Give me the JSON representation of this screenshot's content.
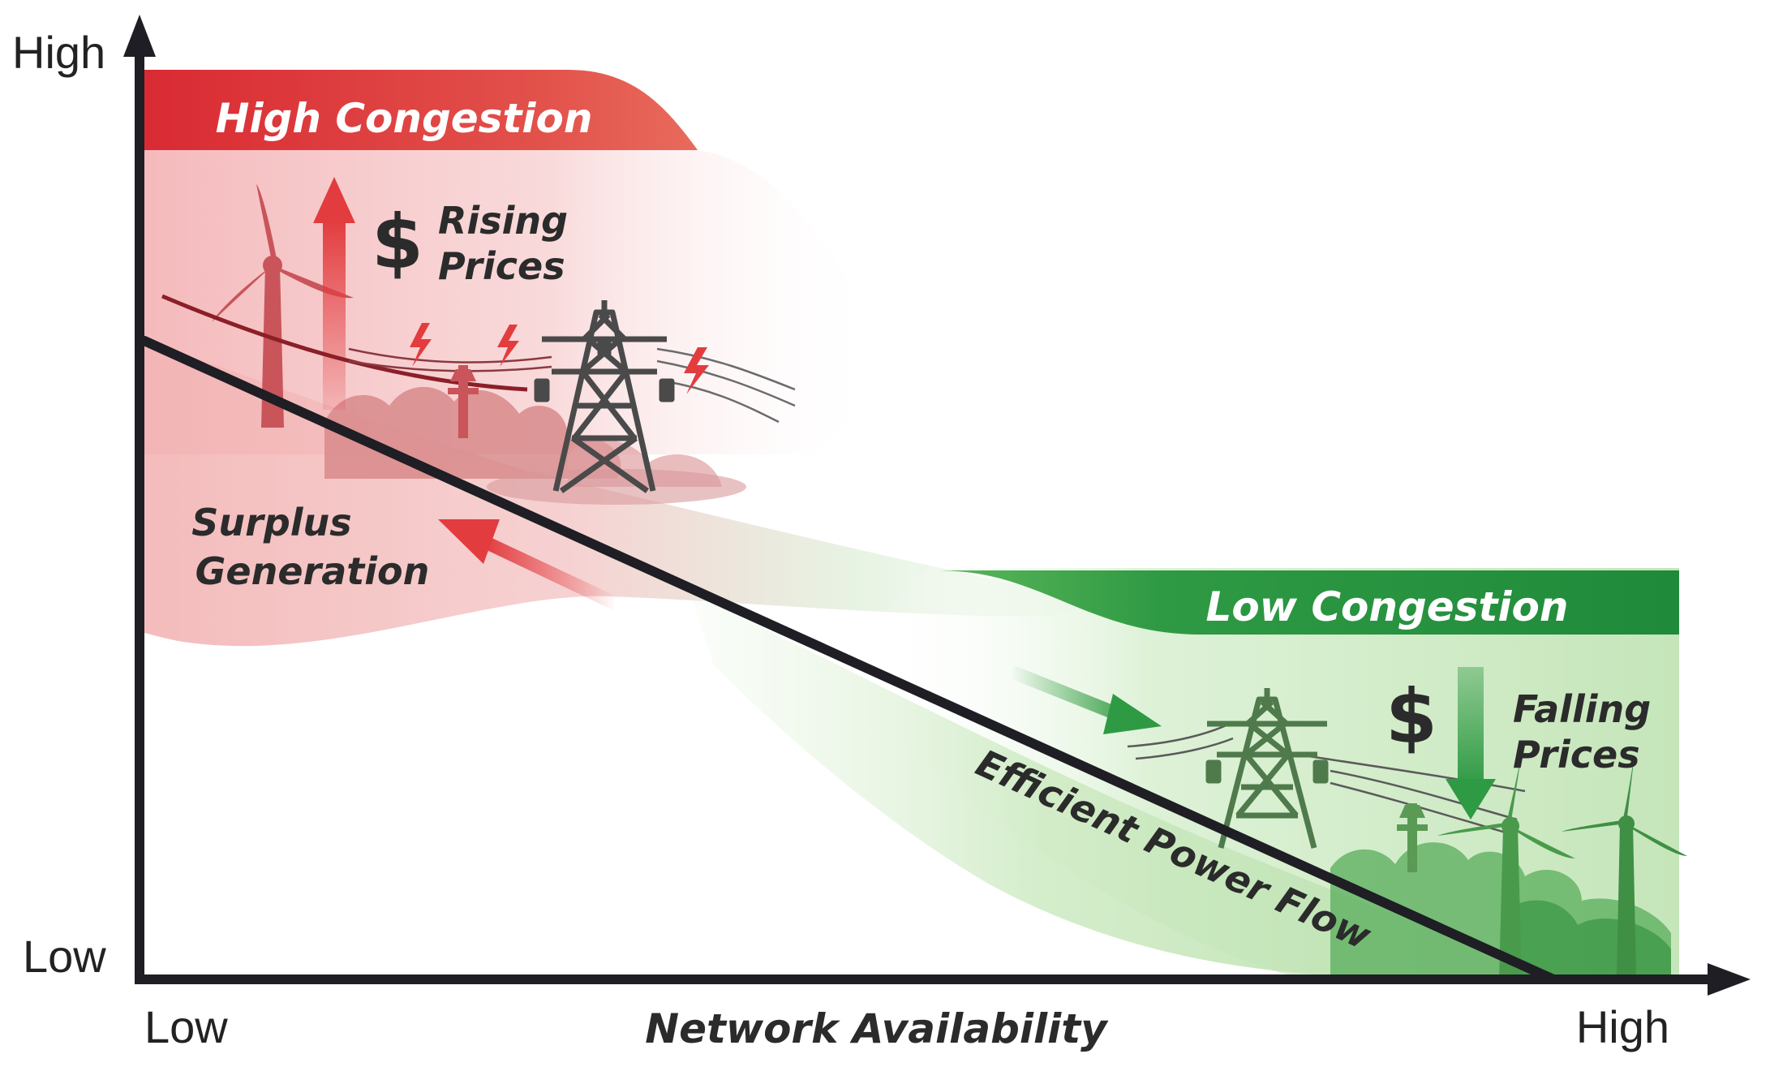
{
  "axes": {
    "y_high": "High",
    "y_low": "Low",
    "x_low": "Low",
    "x_high": "High",
    "x_title": "Network Availability"
  },
  "zones": {
    "high": {
      "title": "High Congestion",
      "price_symbol": "$",
      "price_line1": "Rising",
      "price_line2": "Prices",
      "side_line1": "Surplus",
      "side_line2": "Generation",
      "color": "#d7343b"
    },
    "low": {
      "title": "Low Congestion",
      "price_symbol": "$",
      "price_line1": "Falling",
      "price_line2": "Prices",
      "flow_label": "Efficient Power Flow",
      "color": "#2f9a44"
    }
  },
  "icons": [
    "wind-turbine-icon",
    "transmission-tower-icon",
    "lightning-bolt-icon",
    "up-arrow-icon",
    "down-arrow-icon",
    "flow-arrow-icon"
  ]
}
